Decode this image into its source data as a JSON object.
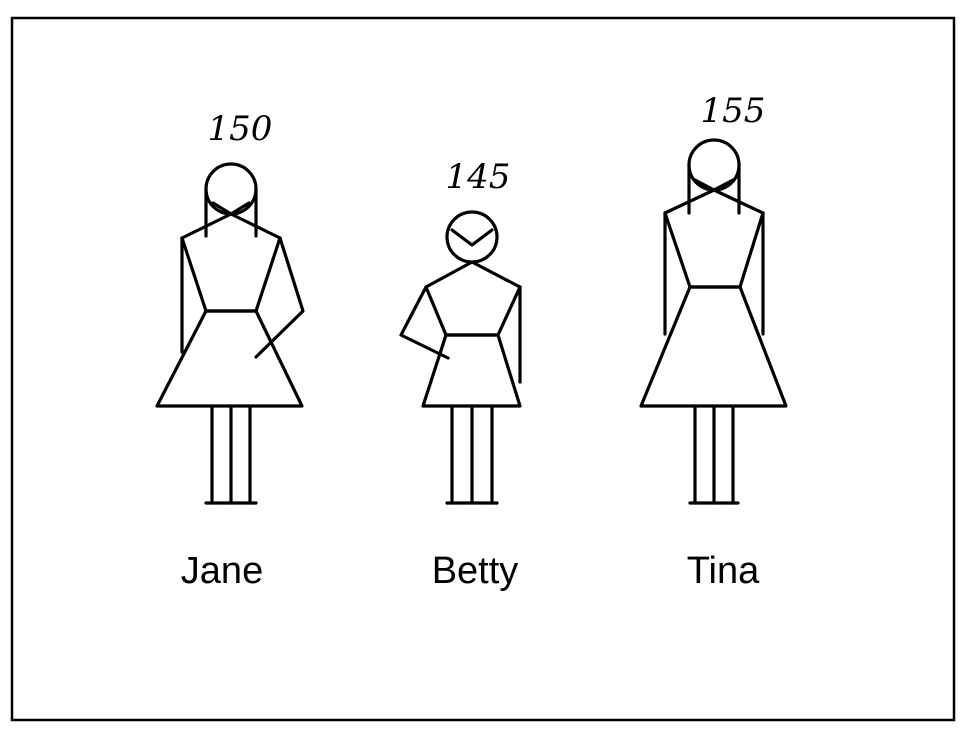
{
  "figures": [
    {
      "name": "Jane",
      "height_label": "150"
    },
    {
      "name": "Betty",
      "height_label": "145"
    },
    {
      "name": "Tina",
      "height_label": "155"
    }
  ]
}
